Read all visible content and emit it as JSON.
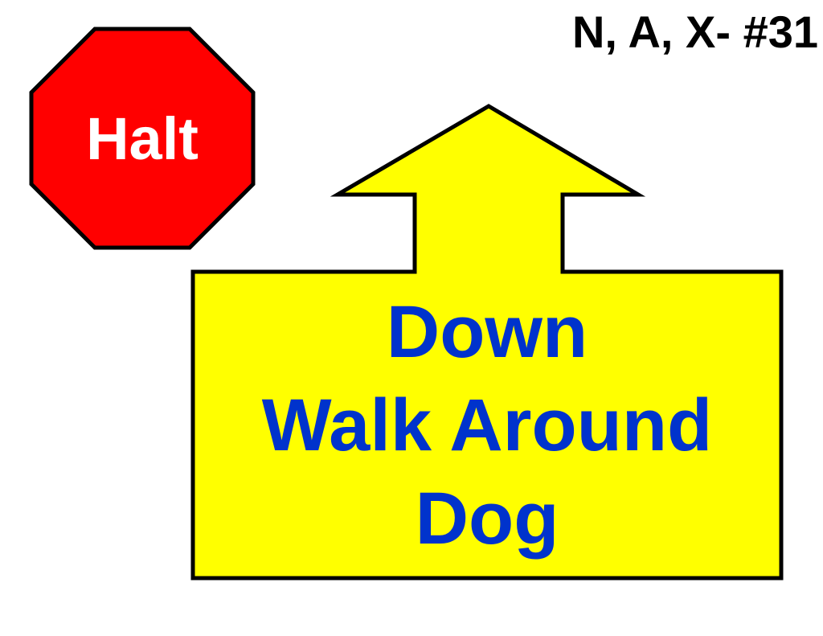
{
  "sign_id": "N, A, X- #31",
  "halt_sign": {
    "label": "Halt",
    "color": "#ff0000"
  },
  "instruction": {
    "lines": [
      "Down",
      "Walk Around",
      "Dog"
    ],
    "text_color": "#0033cc",
    "fill_color": "#ffff00",
    "direction": "up"
  }
}
